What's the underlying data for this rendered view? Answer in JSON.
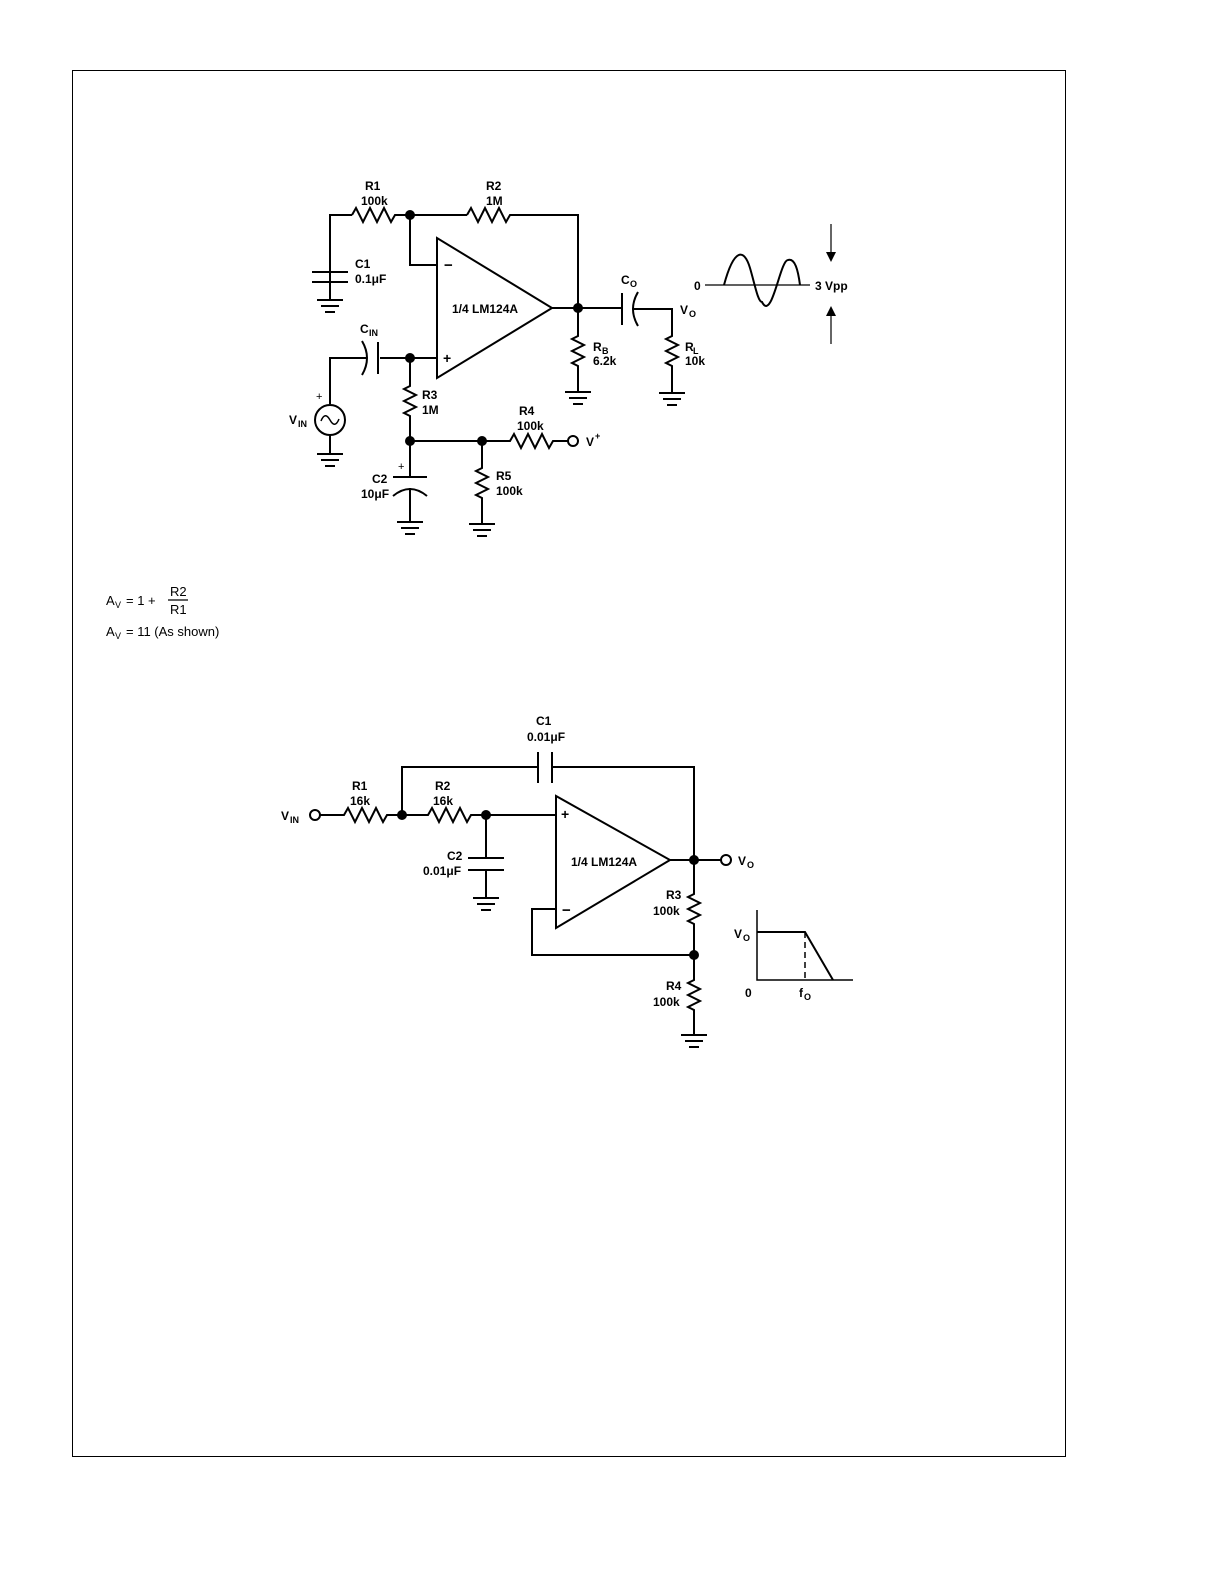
{
  "circuit1": {
    "r1": {
      "name": "R1",
      "value": "100k"
    },
    "r2": {
      "name": "R2",
      "value": "1M"
    },
    "c1": {
      "name": "C1",
      "value": "0.1μF"
    },
    "cin": {
      "name": "C",
      "sub": "IN"
    },
    "opamp": "1/4 LM124A",
    "co": {
      "name": "C",
      "sub": "O"
    },
    "vo": {
      "name": "V",
      "sub": "O"
    },
    "rb": {
      "name": "R",
      "sub": "B",
      "value": "6.2k"
    },
    "rl": {
      "name": "R",
      "sub": "L",
      "value": "10k"
    },
    "r3": {
      "name": "R3",
      "value": "1M"
    },
    "r4": {
      "name": "R4",
      "value": "100k"
    },
    "r5": {
      "name": "R5",
      "value": "100k"
    },
    "c2": {
      "name": "C2",
      "value": "10μF"
    },
    "vin": {
      "name": "V",
      "sub": "IN"
    },
    "vplus": {
      "name": "V",
      "sup": "+"
    },
    "plus": "+",
    "minus": "−",
    "wave_zero": "0",
    "wave_amp": "3 Vpp"
  },
  "formula": {
    "av_sym": "A",
    "av_sub": "V",
    "eq1_mid": "= 1 +",
    "num": "R2",
    "den": "R1",
    "eq2": "= 11 (As shown)"
  },
  "circuit2": {
    "c1": {
      "name": "C1",
      "value": "0.01μF"
    },
    "r1": {
      "name": "R1",
      "value": "16k"
    },
    "r2": {
      "name": "R2",
      "value": "16k"
    },
    "c2": {
      "name": "C2",
      "value": "0.01μF"
    },
    "vin": {
      "name": "V",
      "sub": "IN"
    },
    "opamp": "1/4 LM124A",
    "vo": {
      "name": "V",
      "sub": "O"
    },
    "r3": {
      "name": "R3",
      "value": "100k"
    },
    "r4": {
      "name": "R4",
      "value": "100k"
    },
    "plus": "+",
    "minus": "−",
    "resp_vo": {
      "name": "V",
      "sub": "O"
    },
    "resp_zero": "0",
    "resp_fo": {
      "name": "f",
      "sub": "O"
    }
  }
}
